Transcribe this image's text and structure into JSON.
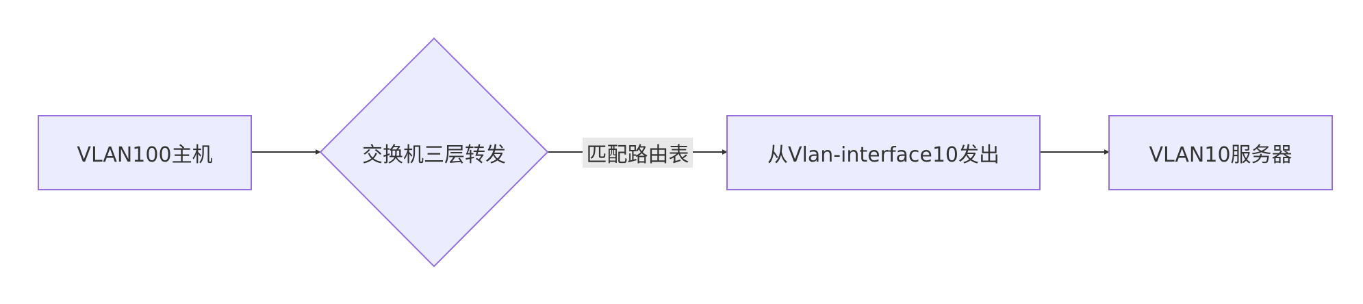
{
  "colors": {
    "node_fill": "#ececff",
    "node_stroke": "#9370db",
    "edge": "#333333",
    "edge_label_bg": "#e8e8e8",
    "text": "#333333"
  },
  "nodes": {
    "host": {
      "label": "VLAN100主机",
      "shape": "rect"
    },
    "switch": {
      "label": "交换机三层转发",
      "shape": "diamond"
    },
    "egress": {
      "label": "从Vlan-interface10发出",
      "shape": "rect"
    },
    "server": {
      "label": "VLAN10服务器",
      "shape": "rect"
    }
  },
  "edges": {
    "host_to_switch": {
      "from": "host",
      "to": "switch",
      "label": ""
    },
    "switch_to_egress": {
      "from": "switch",
      "to": "egress",
      "label": "匹配路由表"
    },
    "egress_to_server": {
      "from": "egress",
      "to": "server",
      "label": ""
    }
  }
}
